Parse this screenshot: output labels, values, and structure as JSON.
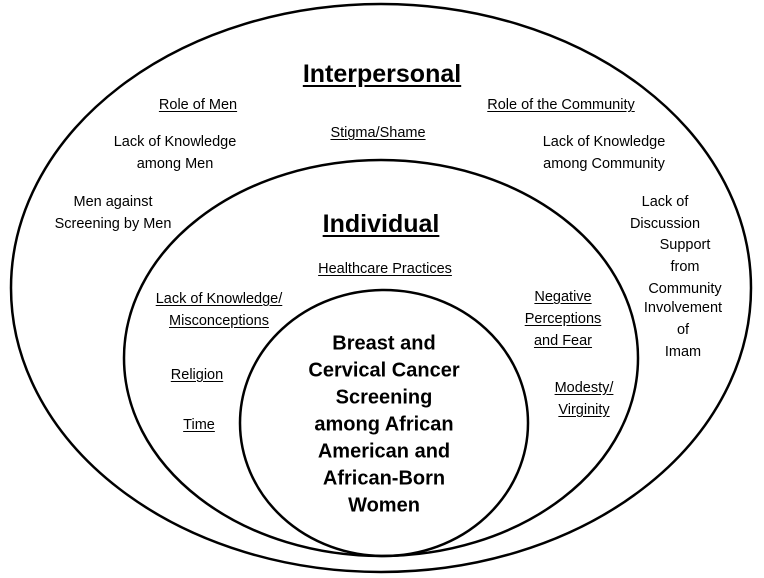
{
  "outer_title": "Interpersonal",
  "middle_title": "Individual",
  "core_text": "Breast and\nCervical Cancer\nScreening\namong African\nAmerican and\nAfrican-Born\nWomen",
  "interpersonal": {
    "role_of_men": "Role of Men",
    "role_of_community": "Role of the Community",
    "stigma_shame": "Stigma/Shame",
    "lack_knowledge_men": "Lack of Knowledge\namong Men",
    "lack_knowledge_community": "Lack of Knowledge\namong Community",
    "men_against_screening": "Men against\nScreening by Men",
    "lack_of_discussion": "Lack of Discussion",
    "support_from_community": "Support from\nCommunity",
    "involvement_of_imam": "Involvement of\nImam"
  },
  "individual": {
    "healthcare_practices": "Healthcare Practices",
    "lack_knowledge_misconceptions": "Lack of Knowledge/\nMisconceptions",
    "negative_perceptions": "Negative\nPerceptions\nand Fear",
    "religion": "Religion",
    "modesty_virginity": "Modesty/\nVirginity",
    "time": "Time"
  }
}
